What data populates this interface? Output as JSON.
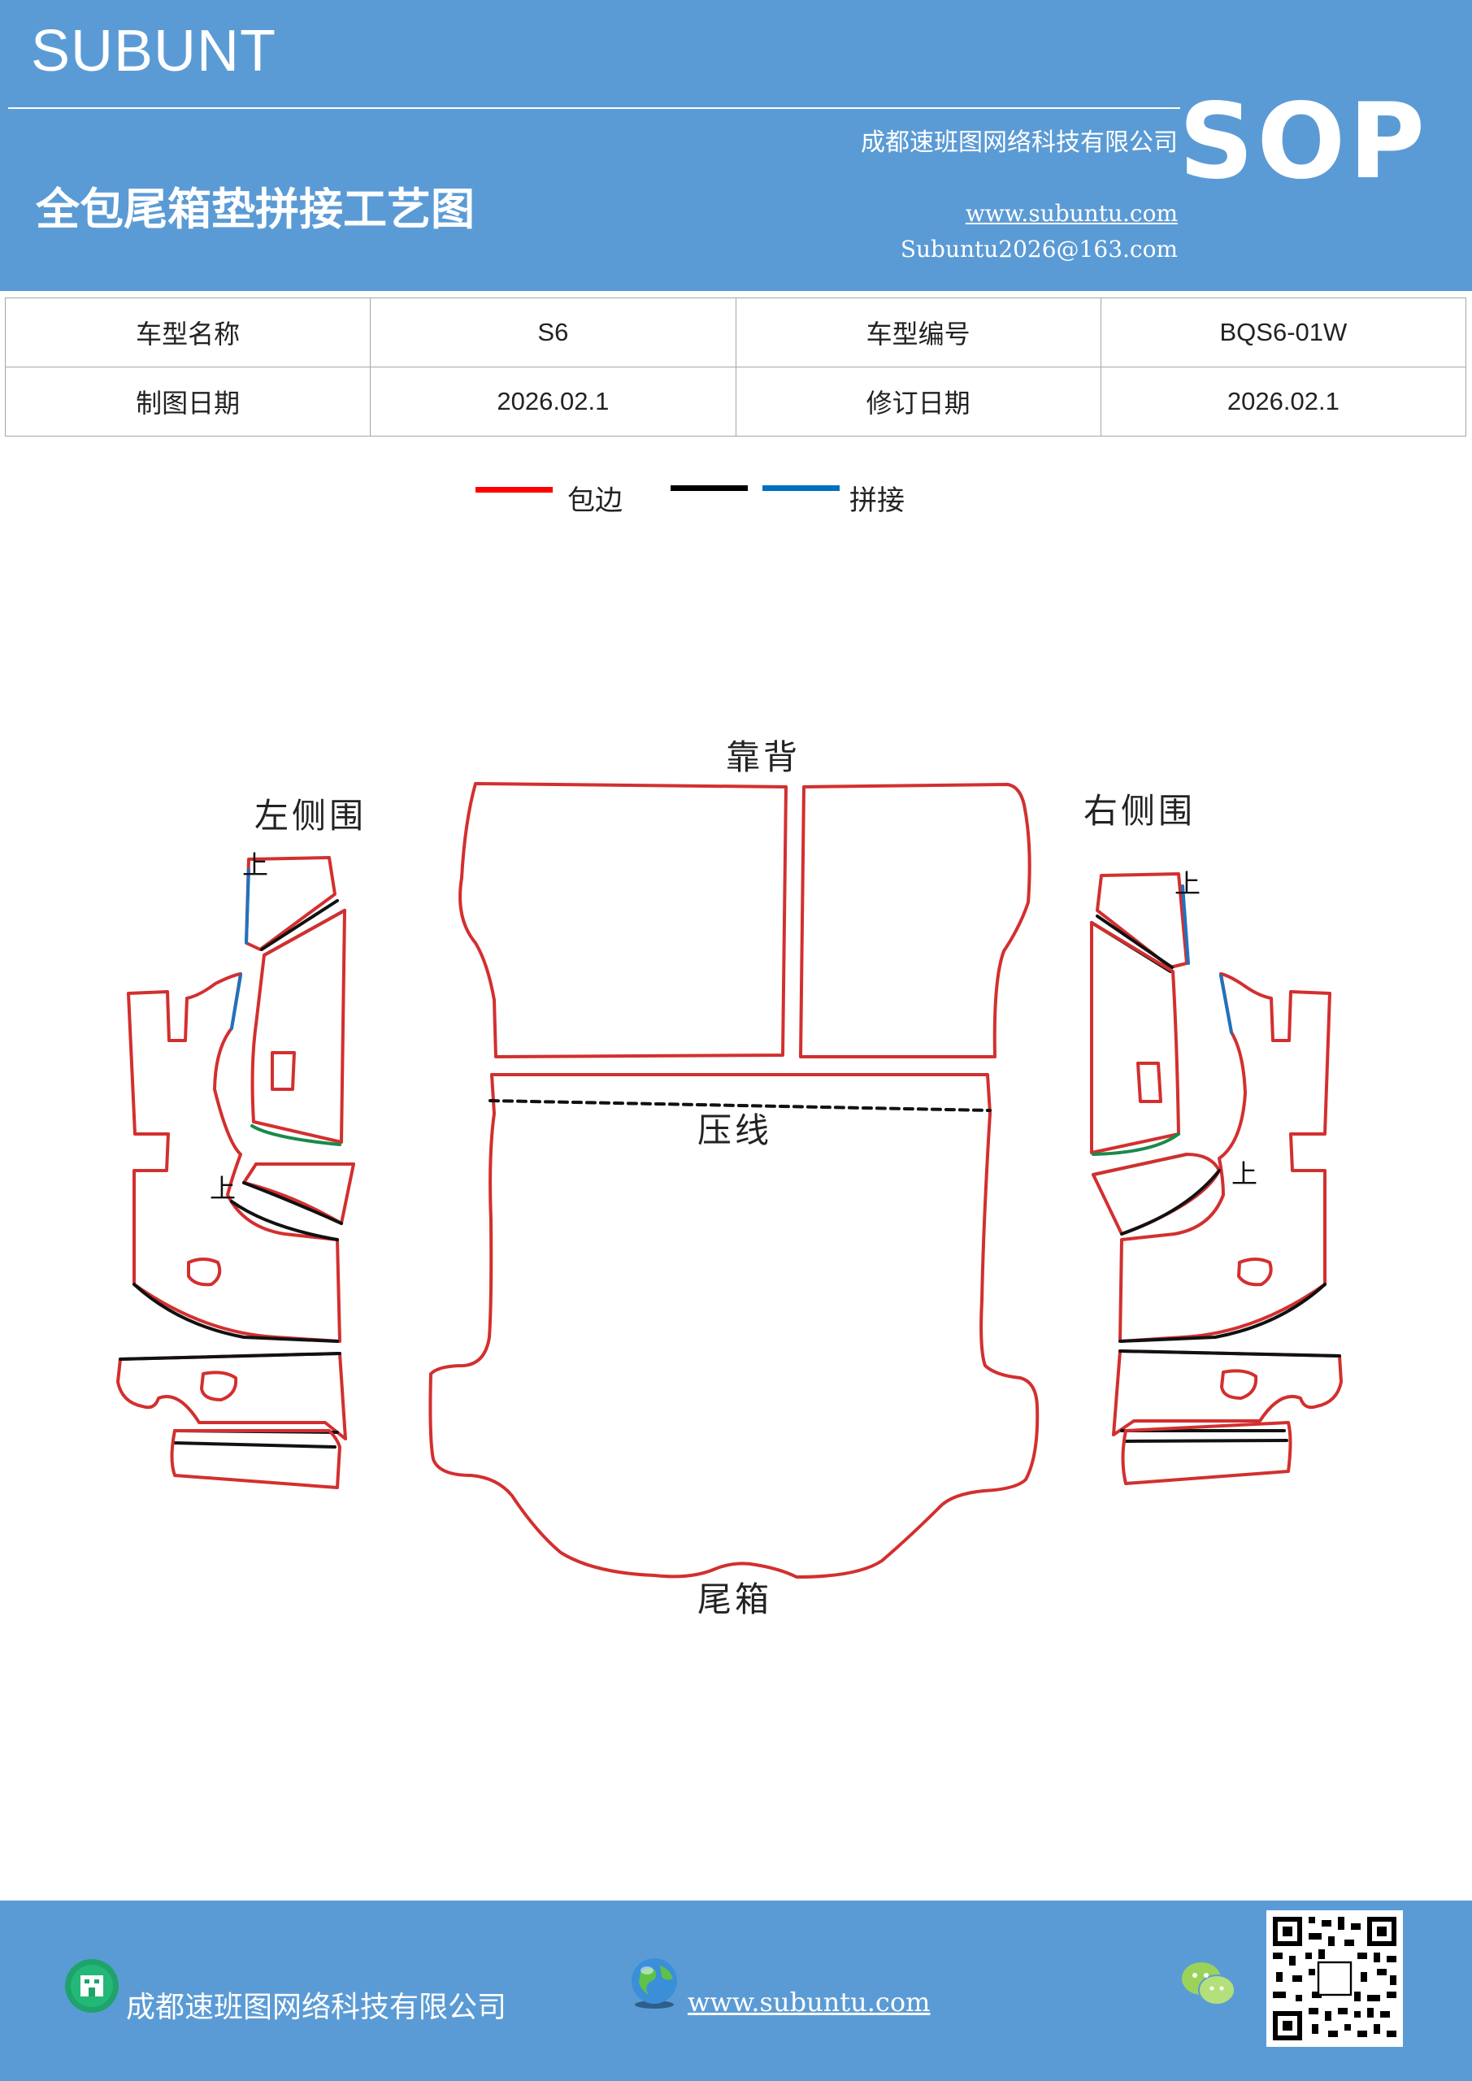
{
  "header": {
    "brand": "SUBUNT",
    "company": "成都速班图网络科技有限公司",
    "tag": "SOP",
    "title": "全包尾箱垫拼接工艺图",
    "website": "www.subuntu.com",
    "email": "Subuntu2026@163.com"
  },
  "info_table": {
    "rows": [
      {
        "label1": "车型名称",
        "value1": "S6",
        "label2": "车型编号",
        "value2": "BQS6-01W"
      },
      {
        "label1": "制图日期",
        "value1": "2026.02.1",
        "label2": "修订日期",
        "value2": "2026.02.1"
      }
    ]
  },
  "legend": {
    "items": [
      {
        "label": "包边",
        "color": "#ff0000"
      },
      {
        "label": "",
        "color": "#000000"
      },
      {
        "label": "拼接",
        "color": "#0070c0"
      }
    ]
  },
  "diagram": {
    "backrest_label": "靠背",
    "left_side_label": "左侧围",
    "right_side_label": "右侧围",
    "press_line_label": "压线",
    "trunk_label": "尾箱",
    "up_mark": "上",
    "colors": {
      "edge": "#d32f2f",
      "seam": "#111111",
      "splice": "#1e73be",
      "green": "#1a8a4a"
    }
  },
  "footer": {
    "company": "成都速班图网络科技有限公司",
    "website": "www.subuntu.com"
  }
}
